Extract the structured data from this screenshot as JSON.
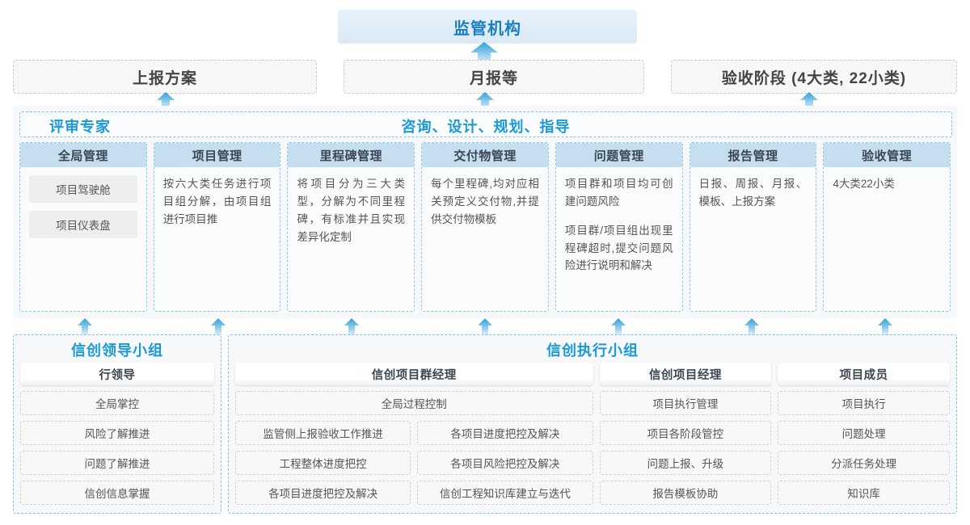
{
  "top": {
    "regulator": "监管机构",
    "reports": [
      {
        "label": "上报方案"
      },
      {
        "label": "月报等"
      },
      {
        "label": "验收阶段 (4大类, 22小类)"
      }
    ]
  },
  "middle": {
    "left_title": "评审专家",
    "center_title": "咨询、设计、规划、指导",
    "columns": [
      {
        "title": "全局管理",
        "pills": [
          "项目驾驶舱",
          "项目仪表盘"
        ],
        "paragraphs": []
      },
      {
        "title": "项目管理",
        "pills": [],
        "paragraphs": [
          "按六大类任务进行项目组分解，由项目组进行项目推"
        ]
      },
      {
        "title": "里程碑管理",
        "pills": [],
        "paragraphs": [
          "将项目分为三大类型，分解为不同里程碑，有标准并且实现差异化定制"
        ]
      },
      {
        "title": "交付物管理",
        "pills": [],
        "paragraphs": [
          "每个里程碑,均对应相关预定义交付物,并提供交付物模板"
        ]
      },
      {
        "title": "问题管理",
        "pills": [],
        "paragraphs": [
          "项目群和项目均可创建问题风险",
          "项目群/项目组出现里程碑超时,提交问题风险进行说明和解决"
        ]
      },
      {
        "title": "报告管理",
        "pills": [],
        "paragraphs": [
          "日报、周报、月报、模板、上报方案"
        ]
      },
      {
        "title": "验收管理",
        "pills": [],
        "paragraphs": [
          "4大类22小类"
        ]
      }
    ]
  },
  "bottom": {
    "leader_group": {
      "title": "信创领导小组",
      "role": "行领导",
      "tasks": [
        "全局掌控",
        "风险了解推进",
        "问题了解推进",
        "信创信息掌握"
      ]
    },
    "exec_group": {
      "title": "信创执行小组",
      "program_manager": {
        "role": "信创项目群经理",
        "top_task": "全局过程控制",
        "tasks_left": [
          "监管侧上报验收工作推进",
          "工程整体进度把控",
          "各项目进度把控及解决"
        ],
        "tasks_right": [
          "各项目进度把控及解决",
          "各项目风险把控及解决",
          "信创工程知识库建立与迭代"
        ]
      },
      "project_manager": {
        "role": "信创项目经理",
        "tasks": [
          "项目执行管理",
          "项目各阶段管控",
          "问题上报、升级",
          "报告模板协助"
        ]
      },
      "member": {
        "role": "项目成员",
        "tasks": [
          "项目执行",
          "问题处理",
          "分派任务处理",
          "知识库"
        ]
      }
    }
  },
  "colors": {
    "accent_blue": "#1a9ad9",
    "header_blue": "#c5dff0",
    "regulator_bg": "#e2eff9",
    "arrow_blue": "#2f9fd8"
  }
}
